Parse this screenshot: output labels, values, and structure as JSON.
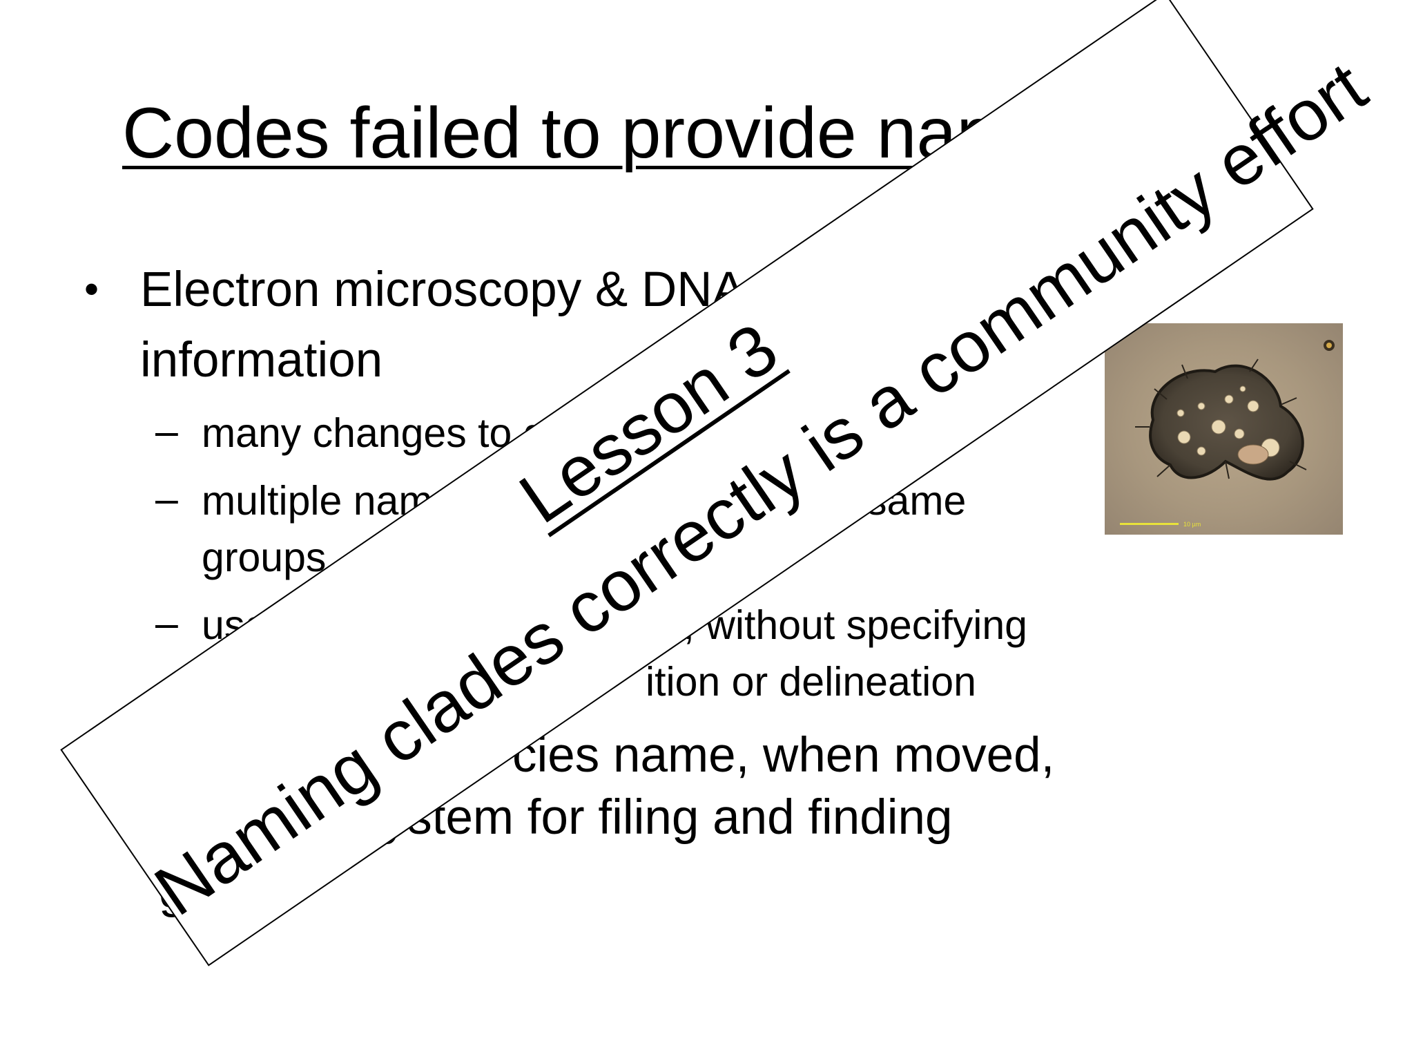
{
  "slide": {
    "title": "Codes failed to provide name st",
    "bullets": [
      {
        "lines": [
          "Electron microscopy & DNA s",
          "information"
        ]
      },
      {
        "lines": [
          "cies name, when moved,",
          "d system for filing and finding",
          "gain"
        ]
      }
    ],
    "sub_bullets": [
      {
        "lines": [
          "many changes to gr"
        ]
      },
      {
        "lines": [
          "multiple names",
          "same",
          "groups"
        ]
      },
      {
        "lines": [
          "use o",
          "s, without specifying",
          "ition or delineation"
        ]
      }
    ],
    "bullet_glyph": "•",
    "dash_glyph": "–"
  },
  "image": {
    "scale_label": "10 µm"
  },
  "banner": {
    "line1": "Lesson 3",
    "line2": "Naming clades correctly is a community effort"
  },
  "colors": {
    "text": "#000000",
    "background": "#ffffff",
    "photo_bg": "#a8977e",
    "scale_bar": "#e8e23a"
  }
}
